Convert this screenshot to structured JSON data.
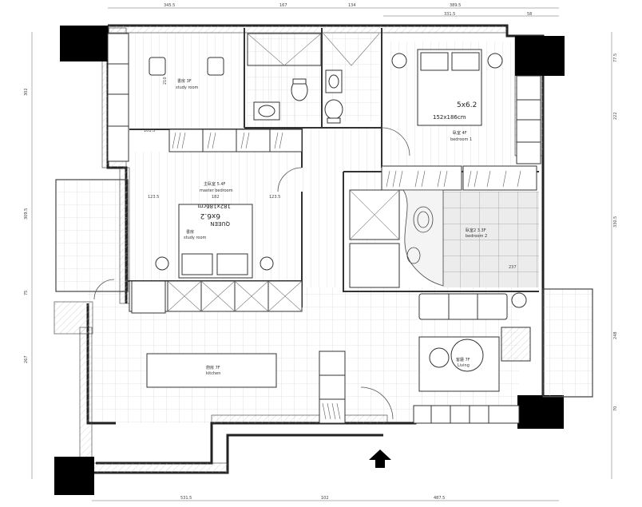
{
  "dimensions": {
    "top": [
      "345.5",
      "167",
      "134",
      "389.5"
    ],
    "top_sub": [
      "331.5",
      "58"
    ],
    "bottom": [
      "531.5",
      "102",
      "487.5"
    ],
    "left": [
      "302",
      "309.5",
      "75",
      "267"
    ],
    "right": [
      "77.5",
      "222",
      "330.5",
      "248",
      "70"
    ],
    "inner": [
      "101.5",
      "123.5",
      "182",
      "123.5",
      "210",
      "237"
    ]
  },
  "rooms": {
    "study": {
      "name": "書房 3F",
      "sub": "study room"
    },
    "master": {
      "name": "主臥室 5.4F",
      "sub": "master bedroom"
    },
    "bedroom1": {
      "name": "臥室 4F",
      "sub": "bedroom 1"
    },
    "bedroom2": {
      "name": "臥室2 3.3F",
      "sub": "bedroom 2"
    },
    "kitchen": {
      "name": "廚房 7F",
      "sub": "kitchen"
    },
    "living": {
      "name": "客廳 7F",
      "sub": "Living"
    },
    "master_desk": {
      "name": "書房",
      "sub": "study room"
    }
  },
  "beds": {
    "master_label": "QUEEN",
    "master_size": "6x6.2",
    "master_cm": "182x186cm",
    "bed1_size": "5x6.2",
    "bed1_cm": "152x186cm"
  },
  "icons": [
    "entrance-arrow-icon"
  ],
  "colors": {
    "wall": "#000000",
    "line": "#555555",
    "fill": "#ffffff"
  }
}
